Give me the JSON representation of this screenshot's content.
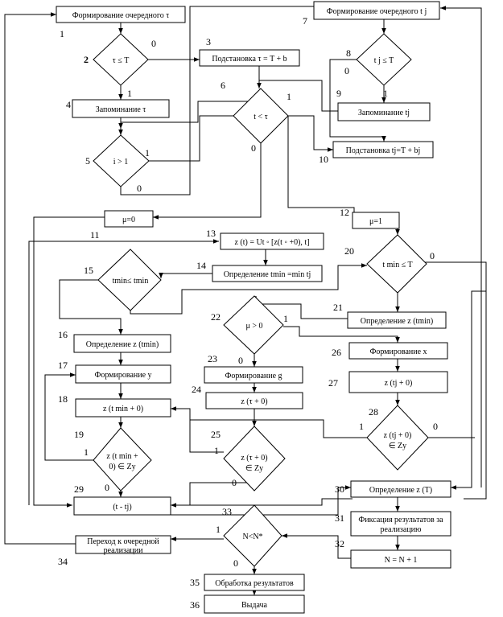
{
  "blocks": {
    "b1": "Формирование очередного τ",
    "b2": "τ ≤ T",
    "b3": "Подстановка τ = T + b",
    "b4": "Запоминание τ",
    "b5": "i > 1",
    "b6": "t < τ",
    "b7": "Формирование очередного t j",
    "b8": "t j ≤ T",
    "b9": "Запоминание tj",
    "b10": "Подстановка tj=T + bj",
    "b11": "μ=0",
    "b12": "μ=1",
    "b13": "z (t) = Ut ◦ [z(t ◦ +0), t]",
    "b14": "Определение tmin =min tj",
    "b15": "tmin≤ tmin",
    "b16": "Определение z (tmin)",
    "b17": "Формирование y",
    "b18": "z (t min + 0)",
    "b19_l1": "z (t min +",
    "b19_l2": "0) ∈ Zy",
    "b20": "t min ≤ T",
    "b21": "Определение z (tmin)",
    "b22": "μ > 0",
    "b23": "Формирование g",
    "b24": "z (τ + 0)",
    "b25_l1": "z (τ + 0)",
    "b25_l2": "∈ Zy",
    "b26": "Формирование x",
    "b27": "z (tj + 0)",
    "b28_l1": "z (tj + 0)",
    "b28_l2": "∈ Zy",
    "b29": "(t - tj)",
    "b30": "Определение z (T)",
    "b31_l1": "Фиксация результатов за",
    "b31_l2": "реализацию",
    "b32": "N = N + 1",
    "b33": "N<N*",
    "b34_l1": "Переход к очередной",
    "b34_l2": "реализации",
    "b35": "Обработка результатов",
    "b36": "Выдача"
  },
  "numbers": [
    "1",
    "2",
    "3",
    "4",
    "5",
    "6",
    "7",
    "8",
    "9",
    "10",
    "11",
    "12",
    "13",
    "14",
    "15",
    "16",
    "17",
    "18",
    "19",
    "20",
    "21",
    "22",
    "23",
    "24",
    "25",
    "26",
    "27",
    "28",
    "29",
    "30",
    "31",
    "32",
    "33",
    "34",
    "35",
    "36"
  ],
  "branch_labels": {
    "yes": "1",
    "no": "0"
  }
}
